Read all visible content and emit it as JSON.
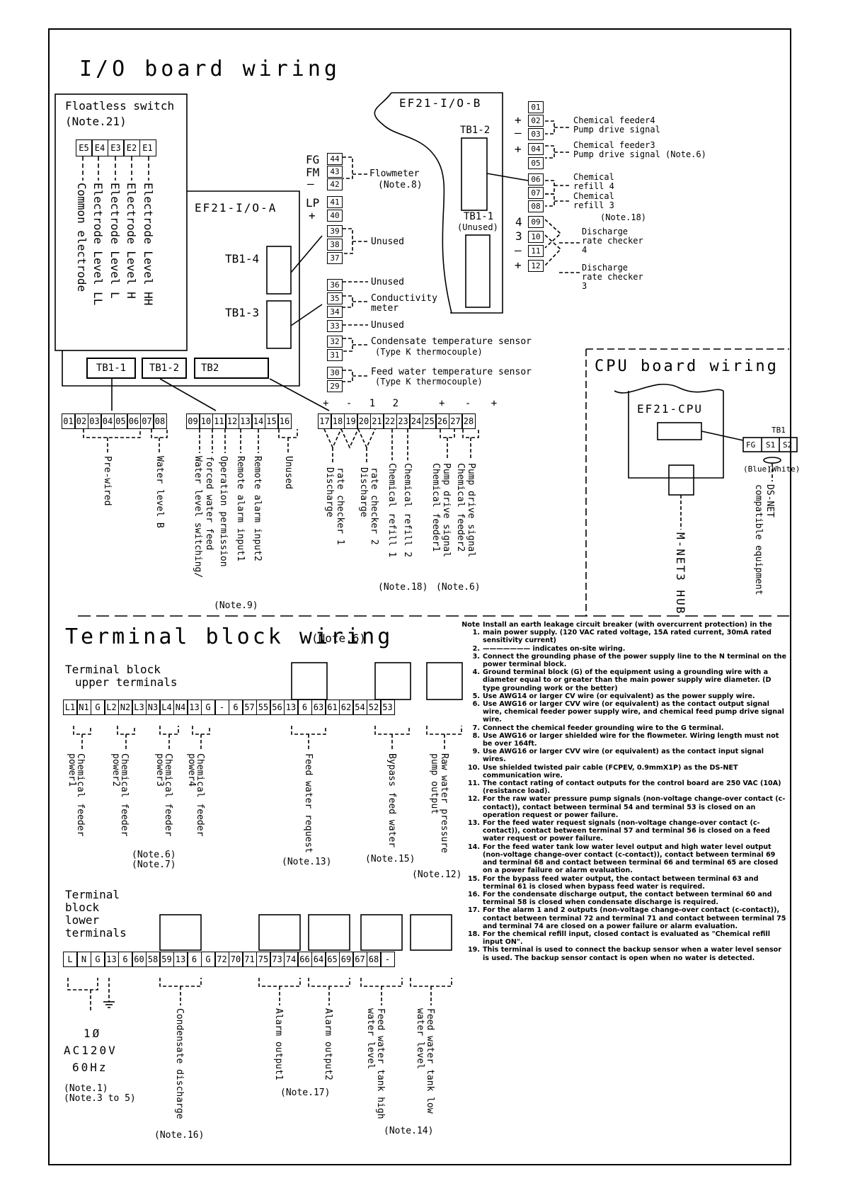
{
  "io_board": {
    "title": "I/O board wiring",
    "floatless": {
      "title": "Floatless switch",
      "note": "(Note.21)",
      "terminals": [
        "E5",
        "E4",
        "E3",
        "E2",
        "E1"
      ],
      "labels": [
        "Common electrode",
        "Electrode Level LL",
        "Electrode Level L",
        "Electrode Level H",
        "Electrode Level HH"
      ]
    },
    "board_a": {
      "name": "EF21-I/O-A",
      "tb14": "TB1-4",
      "tb13": "TB1-3",
      "tb11": "TB1-1",
      "tb12": "TB1-2",
      "tb2": "TB2"
    },
    "board_b": {
      "name": "EF21-I/O-B",
      "tb12": "TB1-2",
      "tb11": "TB1-1",
      "tb11_sub": "(Unused)"
    },
    "mid_terminals": [
      "44",
      "43",
      "42",
      "41",
      "40",
      "39",
      "38",
      "37",
      "36",
      "35",
      "34",
      "33",
      "32",
      "31",
      "30",
      "29"
    ],
    "mid_side": {
      "fg": "FG",
      "fm": "FM",
      "minus": "—",
      "lp": "LP",
      "plus": "+"
    },
    "mid_labels": {
      "flowmeter": "Flowmeter",
      "flowmeter_note": "(Note.8)",
      "unused1": "Unused",
      "unused2": "Unused",
      "unused3": "Unused",
      "cond_meter_a": "Conductivity",
      "cond_meter_b": "meter",
      "cond_temp_a": "Condensate temperature sensor",
      "cond_temp_b": "(Type K thermocouple)",
      "feed_temp_a": "Feed water temperature sensor",
      "feed_temp_b": "(Type K thermocouple)"
    },
    "right_terminals": [
      "01",
      "02",
      "03",
      "04",
      "05",
      "06",
      "07",
      "08",
      "09",
      "10",
      "11",
      "12"
    ],
    "right_labels": {
      "cf4_a": "Chemical feeder4",
      "cf4_b": "Pump drive signal",
      "cf3_a": "Chemical feeder3",
      "cf3_b": "Pump drive signal (Note.6)",
      "r4_a": "Chemical",
      "r4_b": "refill 4",
      "r3_a": "Chemical",
      "r3_b": "refill 3",
      "note18": "(Note.18)",
      "d4_a": "Discharge",
      "d4_b": "rate checker",
      "d4_c": "4",
      "d3_a": "Discharge",
      "d3_b": "rate checker",
      "d3_c": "3",
      "n4": "4",
      "n3": "3"
    },
    "bottom_terminals": [
      "01",
      "02",
      "03",
      "04",
      "05",
      "06",
      "07",
      "08",
      "09",
      "10",
      "11",
      "12",
      "13",
      "14",
      "15",
      "16",
      "17",
      "18",
      "19",
      "20",
      "21",
      "22",
      "23",
      "24",
      "25",
      "26",
      "27",
      "28"
    ],
    "bottom_markers": [
      "+",
      "-",
      "1",
      "2",
      "+",
      "-",
      "+"
    ],
    "bottom_labels": {
      "prewired": "Pre-wired",
      "wlb": "Water level B",
      "wls_a": "Water level switching/",
      "wls_b": "forced water feed",
      "op": "Operation permission",
      "ra1": "Remote alarm input1",
      "ra2": "Remote alarm input2",
      "unused": "Unused",
      "drc1_a": "Discharge",
      "drc1_b": "rate checker 1",
      "drc2_a": "Discharge",
      "drc2_b": "rate checker 2",
      "cr1": "Chemical refill 1",
      "cr2": "Chemical refill 2",
      "cf1_a": "Chemical feeder1",
      "cf1_b": "Pump drive signal",
      "cf2_a": "Chemical feeder2",
      "cf2_b": "Pump drive signal",
      "note9": "(Note.9)",
      "note18": "(Note.18)",
      "note6": "(Note.6)"
    }
  },
  "cpu_board": {
    "title": "CPU board wiring",
    "name": "EF21-CPU",
    "tb1": "TB1",
    "terms": [
      "FG",
      "S1",
      "S2"
    ],
    "blue": "(Blue)",
    "white": "(White)",
    "hub": "M-NET3 HUB",
    "dsnet_a": "DS-NET",
    "dsnet_b": "compatible equipment"
  },
  "terminal_block": {
    "title": "Terminal block wiring",
    "title_note": "(Note.6)",
    "upper_title_a": "Terminal block",
    "upper_title_b": "upper terminals",
    "upper": [
      "L1",
      "N1",
      "G",
      "L2",
      "N2",
      "L3",
      "N3",
      "L4",
      "N4",
      "13",
      "G",
      "-",
      "6",
      "57",
      "55",
      "56",
      "13",
      "6",
      "63",
      "61",
      "62",
      "54",
      "52",
      "53"
    ],
    "upper_labels": {
      "cf1_a": "Chemical feeder",
      "cf1_b": "power1",
      "cf2_a": "Chemical feeder",
      "cf2_b": "power2",
      "cf3_a": "Chemical feeder",
      "cf3_b": "power3",
      "cf4_a": "Chemical feeder",
      "cf4_b": "power4",
      "fwr": "Feed water request",
      "bfw": "Bypass feed water",
      "rwp_a": "Raw water pressure",
      "rwp_b": "pump output",
      "note6": "(Note.6)",
      "note7": "(Note.7)",
      "note13": "(Note.13)",
      "note15": "(Note.15)",
      "note12": "(Note.12)"
    },
    "lower_title_a": "Terminal",
    "lower_title_b": "block",
    "lower_title_c": "lower",
    "lower_title_d": "terminals",
    "lower": [
      "L",
      "N",
      "G",
      "13",
      "6",
      "60",
      "58",
      "59",
      "13",
      "6",
      "G",
      "72",
      "70",
      "71",
      "75",
      "73",
      "74",
      "66",
      "64",
      "65",
      "69",
      "67",
      "68",
      "-"
    ],
    "lower_labels": {
      "phase": "1Ø",
      "volt": "AC120V",
      "hz": "60Hz",
      "note1": "(Note.1)",
      "note35": "(Note.3 to 5)",
      "cd": "Condensate discharge",
      "ao1": "Alarm output1",
      "ao2": "Alarm output2",
      "fth_a": "Feed water tank high",
      "fth_b": "water level",
      "ftl_a": "Feed water tank low",
      "ftl_b": "water level",
      "note16": "(Note.16)",
      "note17": "(Note.17)",
      "note14": "(Note.14)"
    }
  },
  "notes": [
    {
      "k": "Note 1.",
      "v": "Install an earth leakage circuit breaker (with overcurrent protection) in the main power supply. (120 VAC rated voltage, 15A rated current, 30mA rated sensitivity current)"
    },
    {
      "k": "2.",
      "v": "——————— indicates on-site wiring."
    },
    {
      "k": "3.",
      "v": "Connect the grounding phase of the power supply line to the N terminal on the power terminal block."
    },
    {
      "k": "4.",
      "v": "Ground terminal block (G) of the equipment using a grounding wire with a diameter equal to or greater than the main power supply wire diameter. (D type grounding work or the better)"
    },
    {
      "k": "5.",
      "v": "Use AWG14 or larger CV wire (or equivalent) as the power supply wire."
    },
    {
      "k": "6.",
      "v": "Use AWG16 or larger CVV wire (or equivalent) as the contact output signal wire, chemical feeder power supply wire, and chemical feed pump drive signal wire."
    },
    {
      "k": "7.",
      "v": "Connect the chemical feeder grounding wire to the G terminal."
    },
    {
      "k": "8.",
      "v": "Use AWG16 or larger shielded wire for the flowmeter. Wiring length must not be over 164ft."
    },
    {
      "k": "9.",
      "v": "Use AWG16 or larger CVV wire (or equivalent) as the contact input signal wires."
    },
    {
      "k": "10.",
      "v": "Use shielded twisted pair cable (FCPEV, 0.9mmX1P) as the DS-NET communication wire."
    },
    {
      "k": "11.",
      "v": "The contact rating of contact outputs for the control board are 250 VAC (10A) (resistance load)."
    },
    {
      "k": "12.",
      "v": "For the raw water pressure pump signals (non-voltage change-over contact (c-contact)), contact between terminal 54 and terminal 53 is closed on an operation request or power failure."
    },
    {
      "k": "13.",
      "v": "For the feed water request signals (non-voltage change-over contact (c-contact)), contact between terminal 57 and terminal 56 is closed on a feed water request or power failure."
    },
    {
      "k": "14.",
      "v": "For the feed water tank low water level output and high water level output (non-voltage change-over contact (c-contact)), contact between terminal 69 and terminal 68 and contact between terminal 66 and terminal 65 are closed on a power failure or alarm evaluation."
    },
    {
      "k": "15.",
      "v": "For the bypass feed water output, the contact between terminal 63 and terminal 61 is closed when bypass feed water is required."
    },
    {
      "k": "16.",
      "v": "For the condensate discharge output, the contact between terminal 60 and terminal 58 is closed when condensate discharge is required."
    },
    {
      "k": "17.",
      "v": "For the alarm 1 and 2 outputs (non-voltage change-over contact (c-contact)), contact between terminal 72 and terminal 71 and contact between terminal 75 and terminal 74 are closed on a power failure or alarm evaluation."
    },
    {
      "k": "18.",
      "v": "For the chemical refill input, closed contact is evaluated as \"Chemical refill input ON\"."
    },
    {
      "k": "19.",
      "v": "This terminal is used to connect the backup sensor when a water level sensor is used. The backup sensor contact is open when no water is detected."
    }
  ]
}
